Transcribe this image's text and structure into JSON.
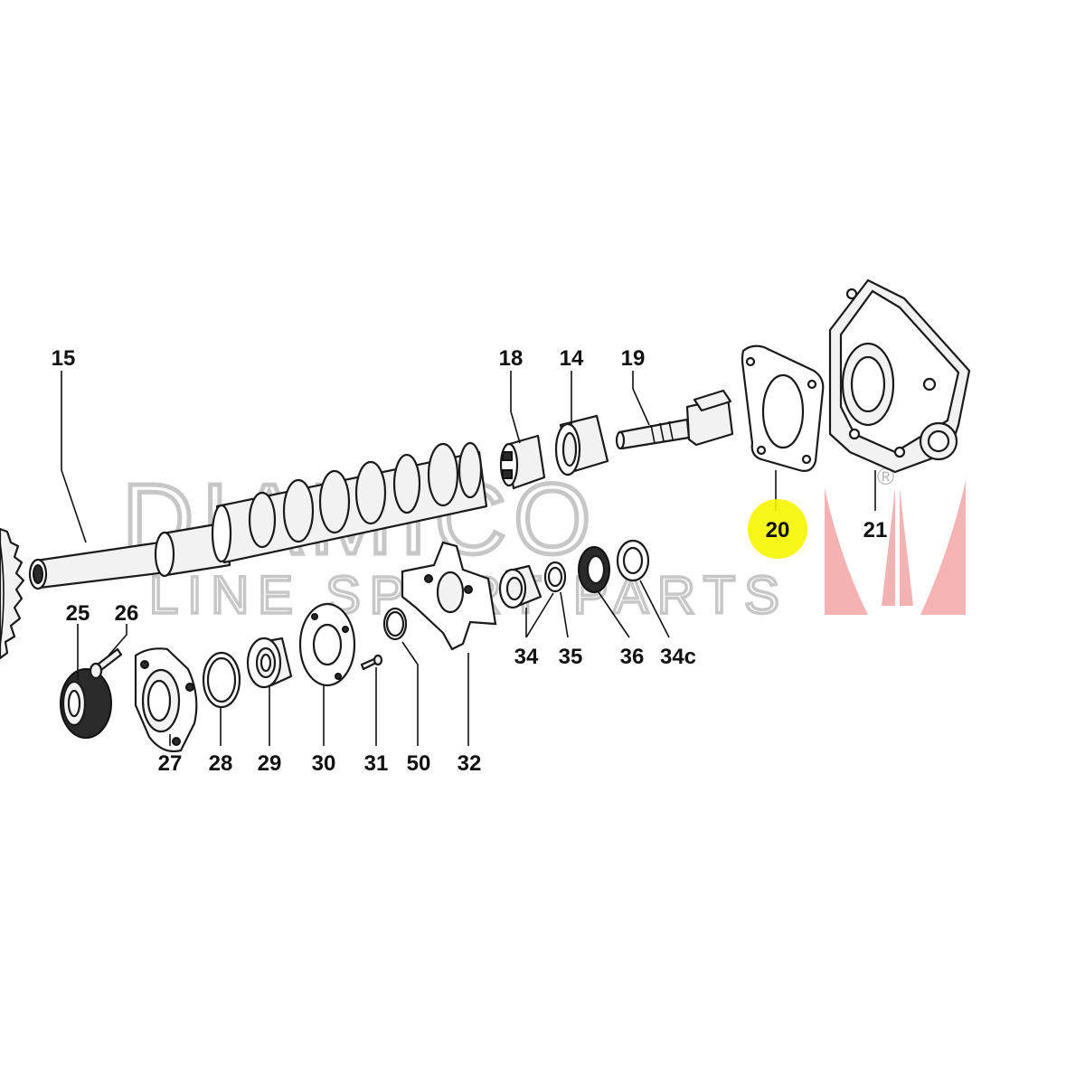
{
  "diagram": {
    "callouts": [
      {
        "id": "15",
        "text": "15"
      },
      {
        "id": "18",
        "text": "18"
      },
      {
        "id": "14",
        "text": "14"
      },
      {
        "id": "19",
        "text": "19"
      },
      {
        "id": "20",
        "text": "20",
        "highlighted": true
      },
      {
        "id": "21",
        "text": "21"
      },
      {
        "id": "25",
        "text": "25"
      },
      {
        "id": "26",
        "text": "26"
      },
      {
        "id": "27",
        "text": "27"
      },
      {
        "id": "28",
        "text": "28"
      },
      {
        "id": "29",
        "text": "29"
      },
      {
        "id": "30",
        "text": "30"
      },
      {
        "id": "31",
        "text": "31"
      },
      {
        "id": "50",
        "text": "50"
      },
      {
        "id": "32",
        "text": "32"
      },
      {
        "id": "34",
        "text": "34"
      },
      {
        "id": "35",
        "text": "35"
      },
      {
        "id": "36",
        "text": "36"
      },
      {
        "id": "34c",
        "text": "34c"
      }
    ],
    "highlight_color": "#f5f500"
  },
  "watermark": {
    "brand": "DIAMICO",
    "tagline": "LINE SPORT PARTS",
    "mark": "®",
    "colors": {
      "text": "#9a9a9a",
      "logo": "#f08080"
    }
  }
}
